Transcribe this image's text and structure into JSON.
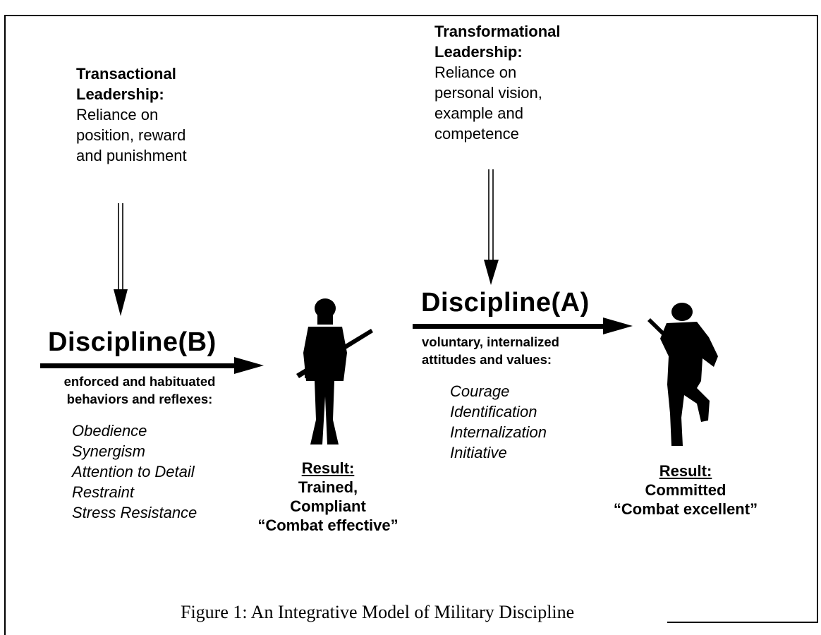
{
  "transactional": {
    "title_line1": "Transactional",
    "title_line2": "Leadership:",
    "desc": [
      "Reliance on",
      "position, reward",
      "and punishment"
    ]
  },
  "transformational": {
    "title_line1": "Transformational",
    "title_line2": "Leadership:",
    "desc": [
      "Reliance on",
      "personal vision,",
      "example and",
      "competence"
    ]
  },
  "discipline_b": {
    "label": "Discipline(B)",
    "sub": [
      "enforced and habituated",
      "behaviors and reflexes:"
    ],
    "items": [
      "Obedience",
      "Synergism",
      "Attention to Detail",
      "Restraint",
      "Stress Resistance"
    ]
  },
  "discipline_a": {
    "label": "Discipline(A)",
    "sub": [
      "voluntary, internalized",
      "attitudes and values:"
    ],
    "items": [
      "Courage",
      "Identification",
      "Internalization",
      "Initiative"
    ]
  },
  "result_b": {
    "label": "Result:",
    "lines": [
      "Trained,",
      "Compliant",
      "“Combat effective”"
    ]
  },
  "result_a": {
    "label": "Result:",
    "lines": [
      "Committed",
      "“Combat excellent”"
    ]
  },
  "caption": "Figure 1:  An Integrative Model of Military Discipline"
}
